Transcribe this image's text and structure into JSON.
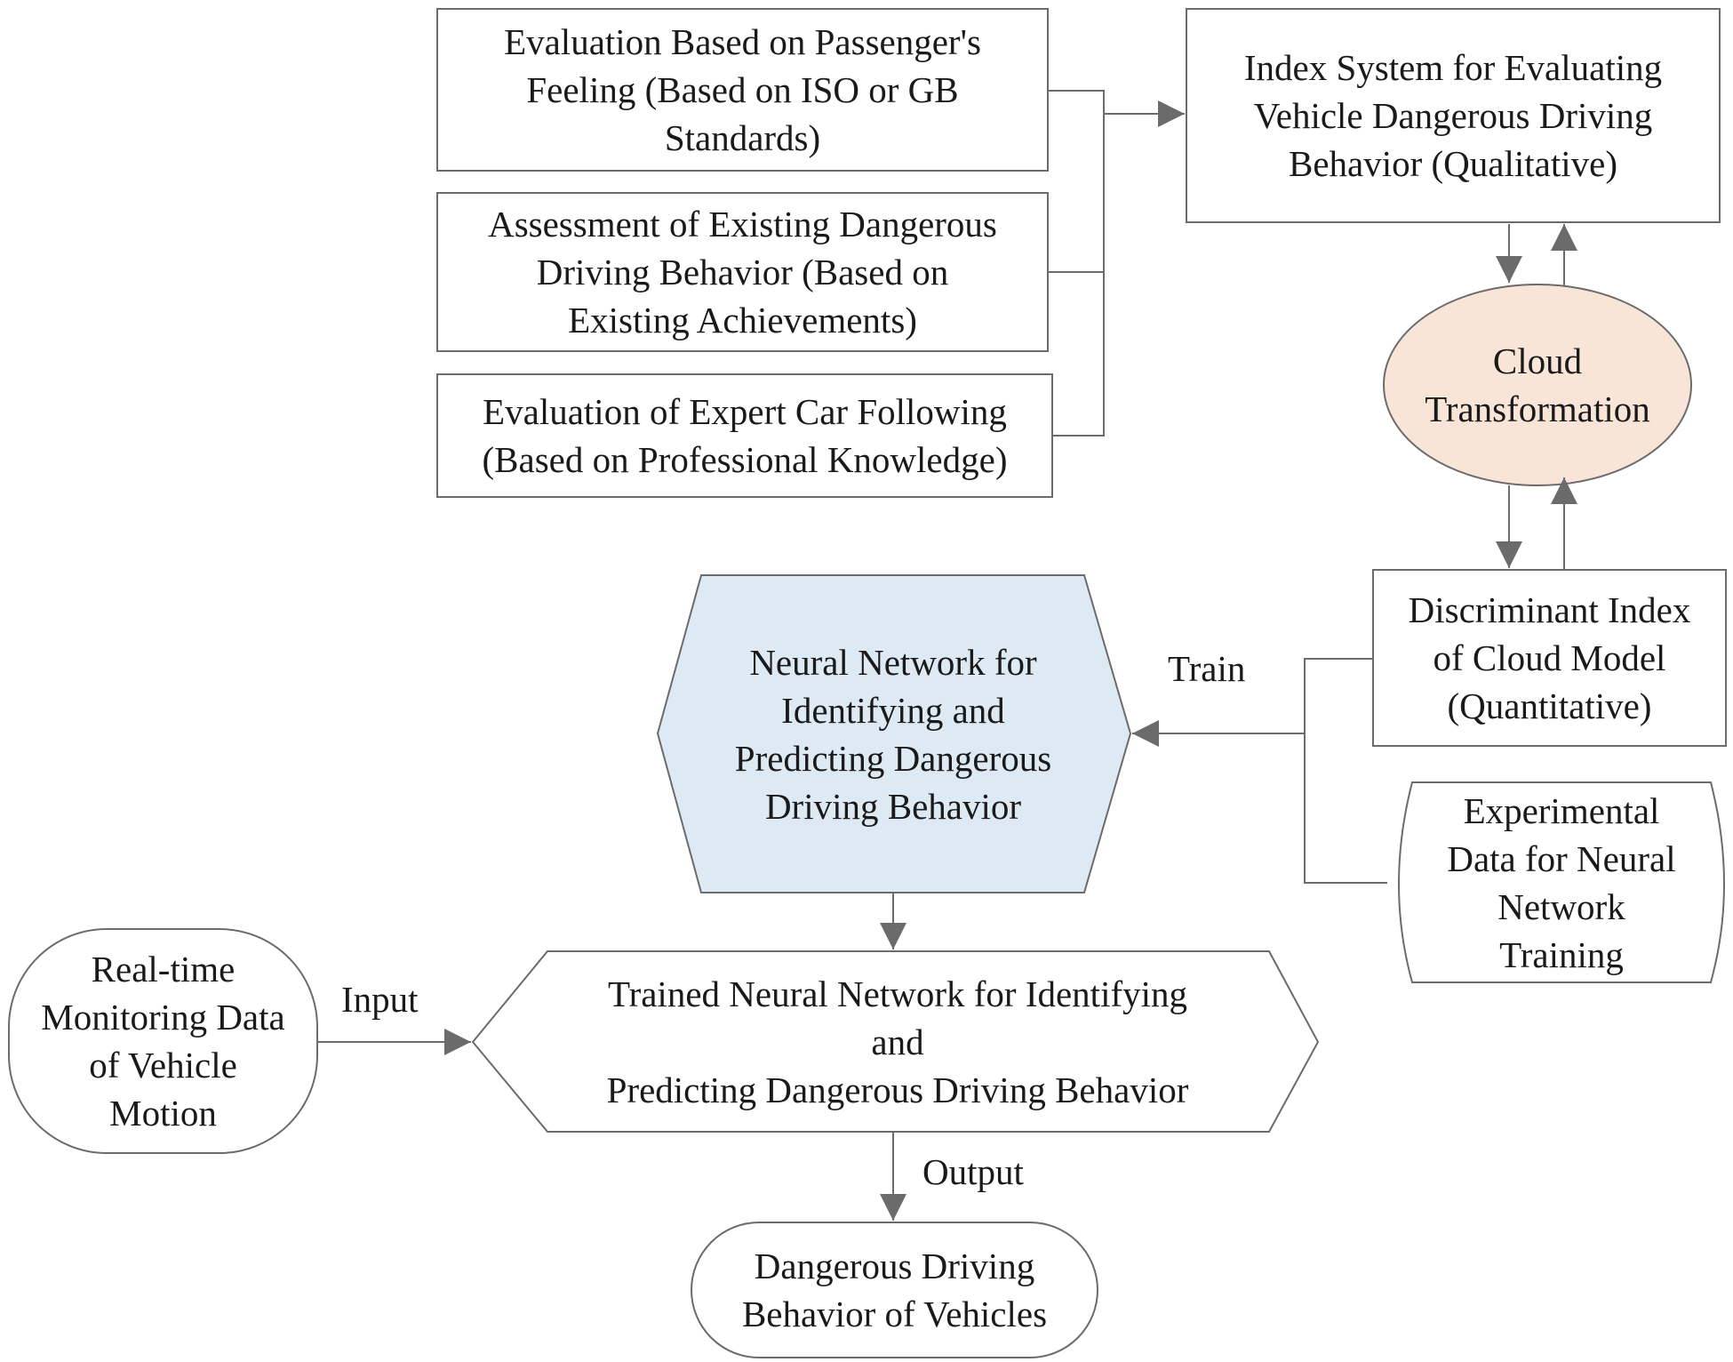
{
  "colors": {
    "stroke": "#6b6b6b",
    "arrow": "#6b6b6b",
    "ellipse_fill": "#f8e5d8",
    "hexagon_fill": "#dde9f3",
    "text": "#1a1a1a"
  },
  "nodes": {
    "passenger": {
      "lines": [
        "Evaluation Based on Passenger's",
        "Feeling (Based on ISO or GB",
        "Standards)"
      ]
    },
    "existing": {
      "lines": [
        "Assessment of Existing Dangerous",
        "Driving Behavior (Based on",
        "Existing Achievements)"
      ]
    },
    "expert": {
      "lines": [
        "Evaluation of Expert Car Following",
        "(Based on Professional Knowledge)"
      ]
    },
    "index_system": {
      "lines": [
        "Index System for Evaluating",
        "Vehicle Dangerous Driving",
        "Behavior (Qualitative)"
      ]
    },
    "cloud": {
      "lines": [
        "Cloud",
        "Transformation"
      ]
    },
    "discriminant": {
      "lines": [
        "Discriminant Index",
        "of Cloud Model",
        "(Quantitative)"
      ]
    },
    "experimental": {
      "lines": [
        "Experimental",
        "Data for Neural",
        "Network",
        "Training"
      ]
    },
    "neural": {
      "lines": [
        "Neural Network for",
        "Identifying and",
        "Predicting Dangerous",
        "Driving Behavior"
      ]
    },
    "realtime": {
      "lines": [
        "Real-time",
        "Monitoring Data",
        "of Vehicle",
        "Motion"
      ]
    },
    "trained": {
      "lines": [
        "Trained Neural Network for Identifying",
        "and",
        "Predicting Dangerous Driving Behavior"
      ]
    },
    "output": {
      "lines": [
        "Dangerous Driving",
        "Behavior of Vehicles"
      ]
    }
  },
  "edge_labels": {
    "train": "Train",
    "input": "Input",
    "output": "Output"
  }
}
